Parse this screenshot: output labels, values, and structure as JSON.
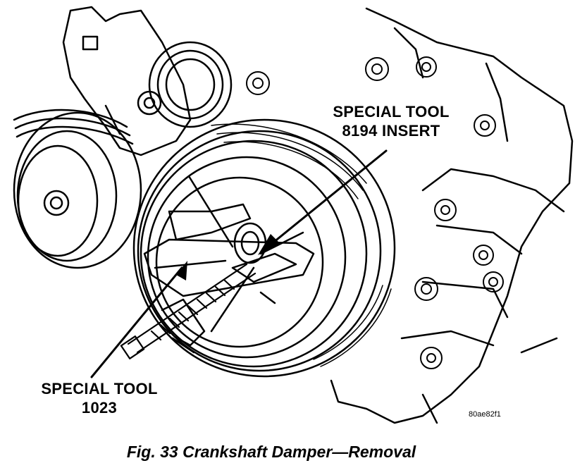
{
  "callouts": {
    "tool_insert": [
      "SPECIAL TOOL",
      "8194 INSERT"
    ],
    "tool_puller": [
      "SPECIAL TOOL",
      "1023"
    ]
  },
  "figure_code": "80ae82f1",
  "caption": "Fig. 33 Crankshaft Damper—Removal"
}
